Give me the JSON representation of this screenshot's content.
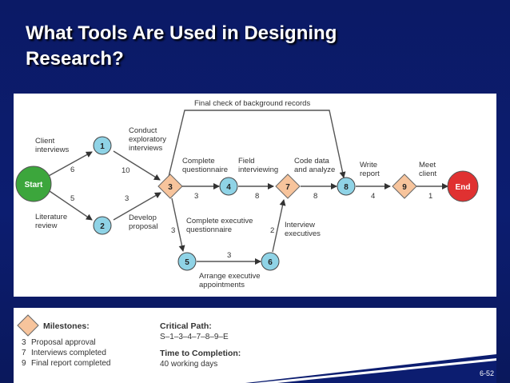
{
  "slide": {
    "title_line1": "What Tools Are Used in Designing",
    "title_line2": "Research?",
    "page_number": "6-52",
    "colors": {
      "background": "#0c1d70",
      "node_fill": "#8fd3e6",
      "diamond_fill": "#f7c49c",
      "start_fill": "#3ca63c",
      "end_fill": "#e03131"
    }
  },
  "diagram": {
    "start_label": "Start",
    "end_label": "End",
    "nodes": {
      "n1": "1",
      "n2": "2",
      "n3": "3",
      "n4": "4",
      "n5": "5",
      "n6": "6",
      "n7": "7",
      "n8": "8",
      "n9": "9"
    },
    "activities": {
      "client_interviews": [
        "Client",
        "interviews"
      ],
      "literature_review": [
        "Literature",
        "review"
      ],
      "conduct_exploratory": [
        "Conduct",
        "exploratory",
        "interviews"
      ],
      "develop_proposal": [
        "Develop",
        "proposal"
      ],
      "complete_questionnaire": [
        "Complete",
        "questionnaire"
      ],
      "field_interviewing": [
        "Field",
        "interviewing"
      ],
      "code_data": [
        "Code data",
        "and analyze"
      ],
      "write_report": [
        "Write",
        "report"
      ],
      "meet_client": [
        "Meet",
        "client"
      ],
      "complete_exec_q": [
        "Complete executive",
        "questionnaire"
      ],
      "interview_exec": [
        "Interview",
        "executives"
      ],
      "arrange_exec": [
        "Arrange executive",
        "appointments"
      ],
      "final_check": "Final check of background records"
    },
    "durations": {
      "start_1": "6",
      "start_2": "5",
      "1_3": "10",
      "2_3": "3",
      "3_4": "3",
      "4_7": "8",
      "7_8": "8",
      "8_9": "4",
      "9_end": "1",
      "3_5": "3",
      "5_6": "3",
      "6_7": "2"
    }
  },
  "legend": {
    "milestones_title": "Milestones:",
    "milestones": [
      {
        "num": "3",
        "text": "Proposal approval"
      },
      {
        "num": "7",
        "text": "Interviews completed"
      },
      {
        "num": "9",
        "text": "Final report completed"
      }
    ],
    "critical_path_title": "Critical Path:",
    "critical_path": "S–1–3–4–7–8–9–E",
    "time_title": "Time to Completion:",
    "time_value": "40 working days"
  }
}
